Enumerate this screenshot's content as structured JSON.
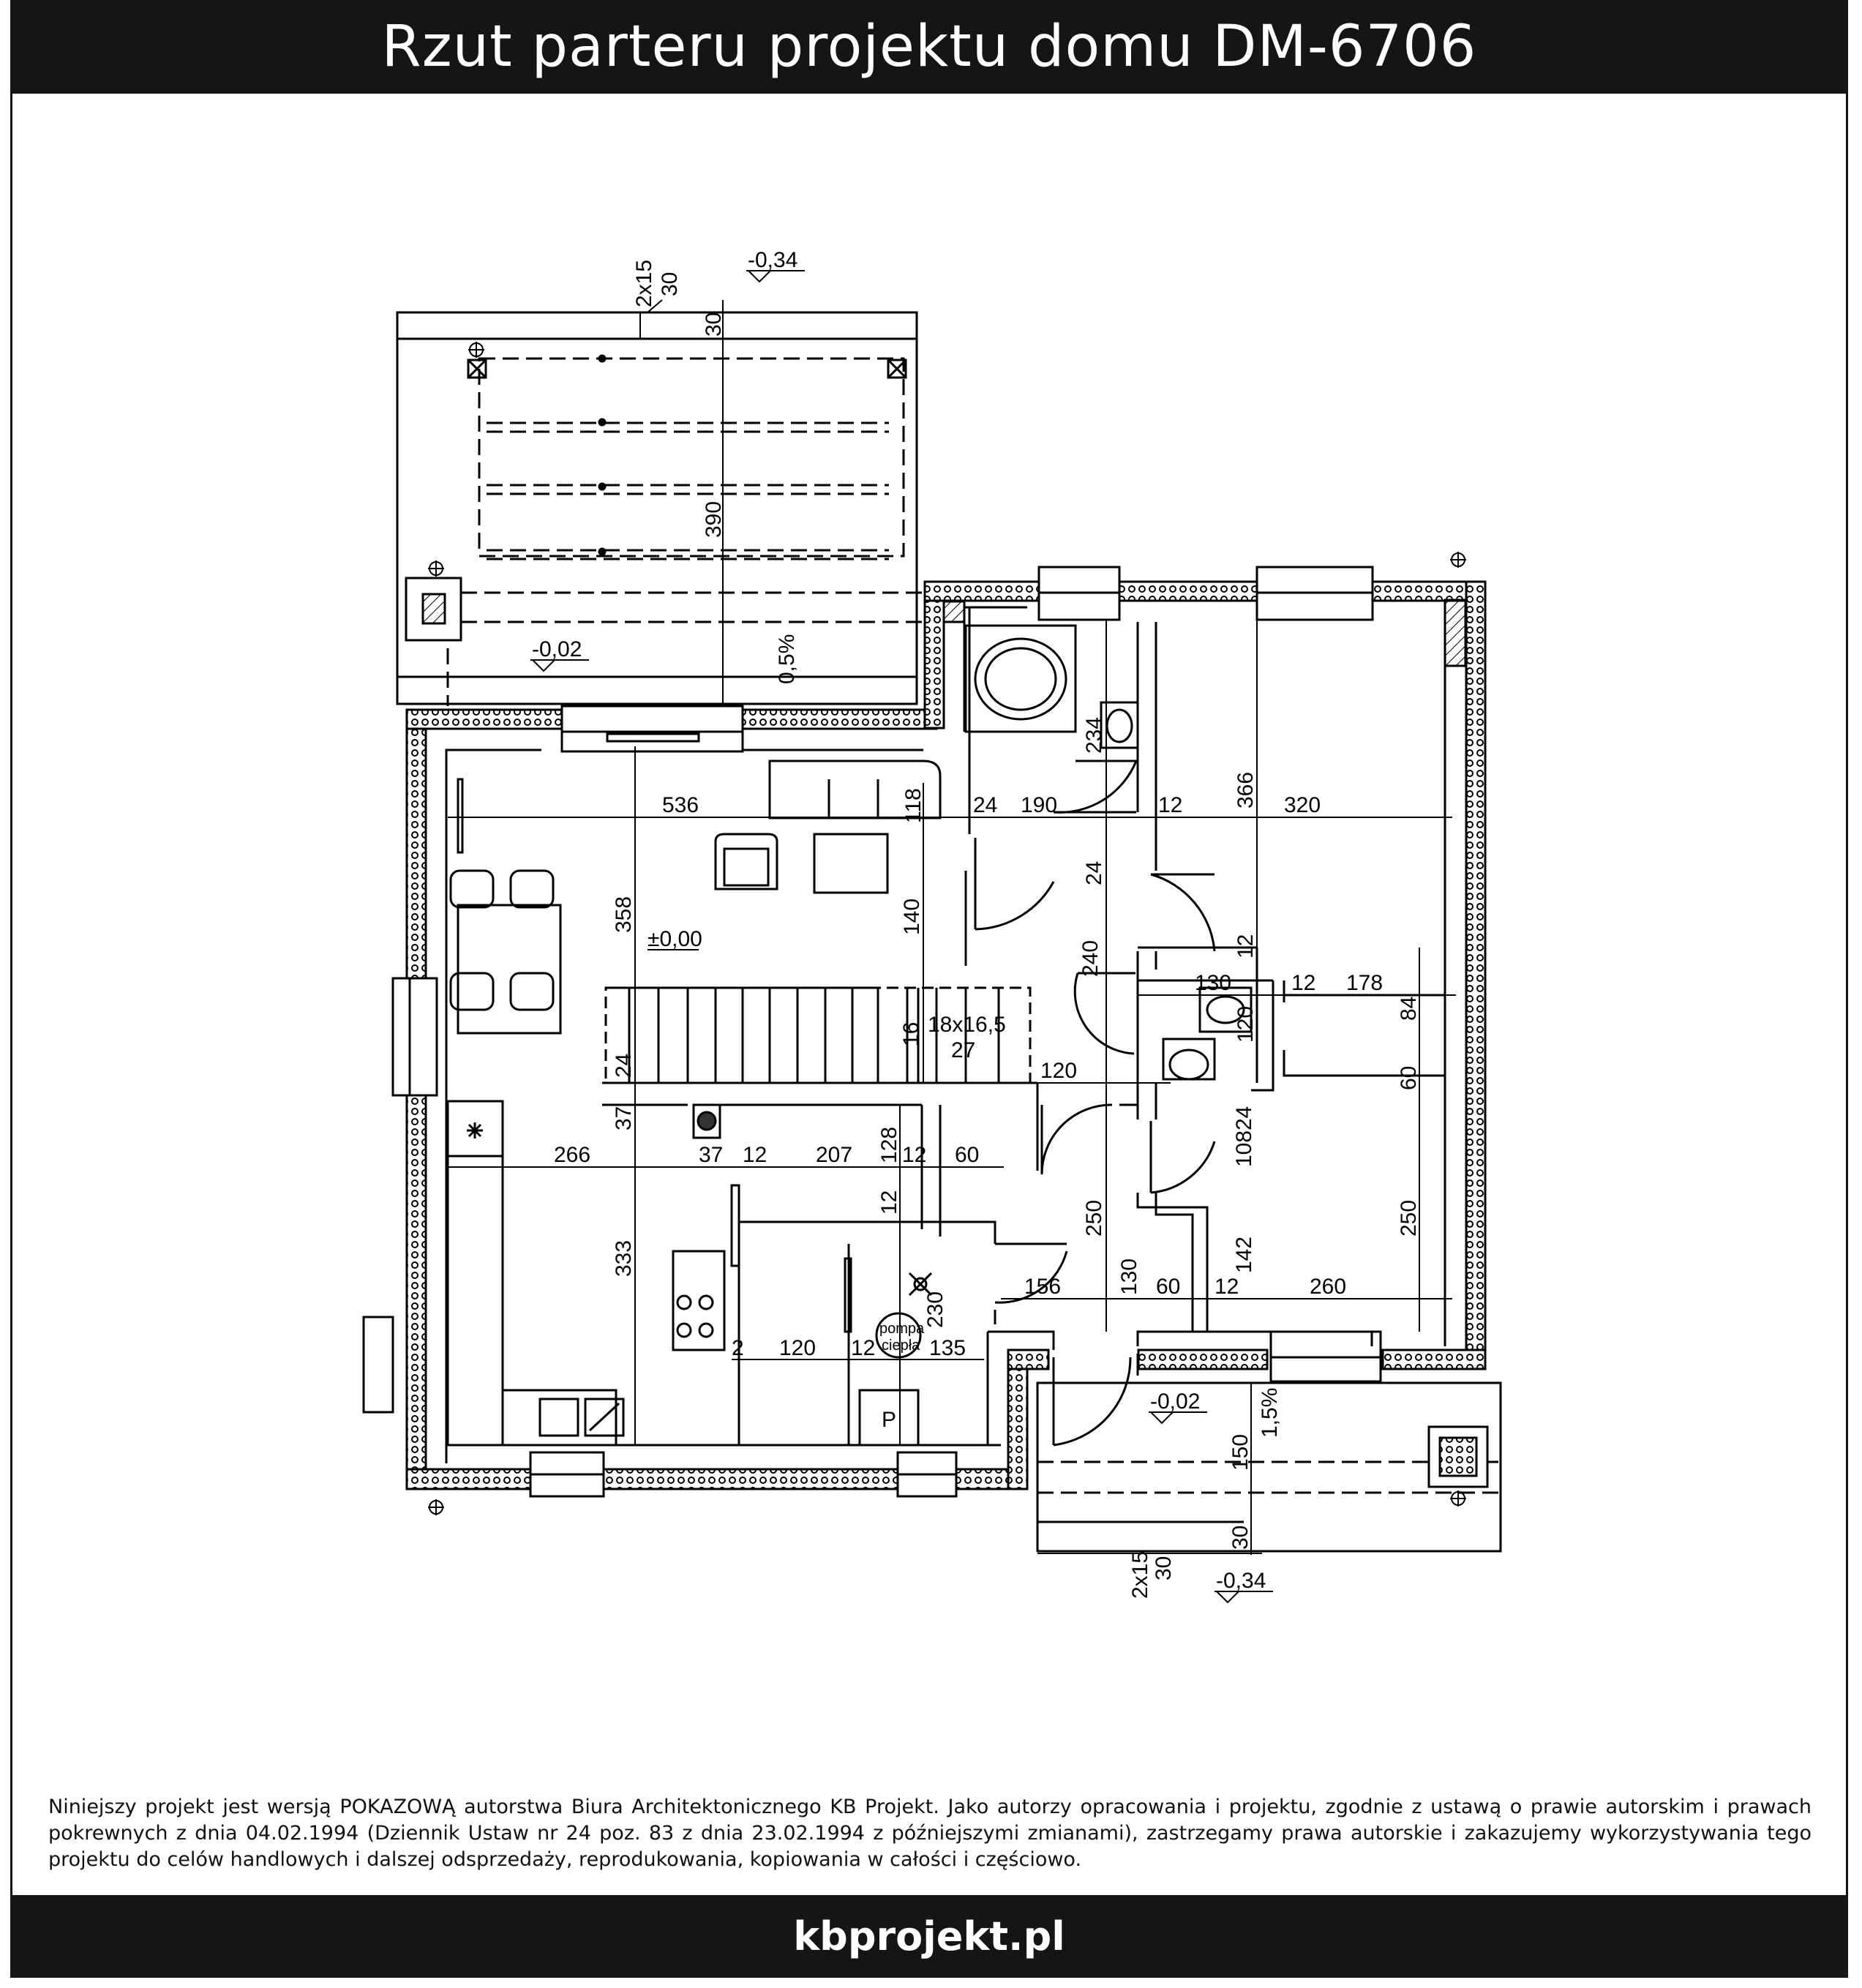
{
  "header": {
    "title": "Rzut parteru projektu domu DM-6706"
  },
  "footer": {
    "disclaimer": "Niniejszy projekt jest wersją POKAZOWĄ autorstwa Biura Architektonicznego KB Projekt. Jako autorzy opracowania i projektu, zgodnie z ustawą o prawie autorskim i prawach pokrewnych z dnia 04.02.1994 (Dziennik Ustaw nr 24 poz. 83 z dnia 23.02.1994 z późniejszymi zmianami), zastrzegamy prawa autorskie i zakazujemy wykorzystywania tego projektu do celów handlowych i dalszej odsprzedaży, reprodukowania, kopiowania w całości i częściowo.",
    "site": "kbprojekt.pl"
  },
  "plan": {
    "levels": {
      "terrace_top": "-0,34",
      "terrace": "-0,02",
      "floor": "±0,00",
      "entrance": "-0,02",
      "entrance_bottom": "-0,34"
    },
    "slopes": {
      "terrace": "0,5%",
      "entrance": "1,5%"
    },
    "steps": {
      "top_count": "2x15",
      "top_depth": "30",
      "bottom_count": "2x15",
      "bottom_depth": "30"
    },
    "stairs": {
      "size": "18x16,5",
      "depth": "27",
      "steps_label": "16"
    },
    "labels": {
      "heat_pump_1": "pompa",
      "heat_pump_2": "ciepła",
      "boiler": "P"
    },
    "dims": {
      "d30_top": "30",
      "d390": "390",
      "d536": "536",
      "d118": "118",
      "d24a": "24",
      "d190": "190",
      "d12a": "12",
      "d366": "366",
      "d320": "320",
      "d234": "234",
      "d24b": "24",
      "d358": "358",
      "d140": "140",
      "d240": "240",
      "d12b": "12",
      "d130a": "130",
      "d12c": "12",
      "d178": "178",
      "d84": "84",
      "d120a": "120",
      "d24c": "24",
      "d120b": "120",
      "d37a": "37",
      "d60a": "60",
      "d24d": "24",
      "d266": "266",
      "d37b": "37",
      "d12d": "12",
      "d207": "207",
      "d12e": "12",
      "d60b": "60",
      "d128": "128",
      "d108": "108",
      "d12f": "12",
      "d250a": "250",
      "d250b": "250",
      "d333": "333",
      "d230": "230",
      "d156": "156",
      "d130b": "130",
      "d60c": "60",
      "d12g": "12",
      "d142": "142",
      "d260": "260",
      "d2": "2",
      "d120c": "120",
      "d12h": "12",
      "d135": "135",
      "d150": "150",
      "d30_bottom": "30"
    }
  }
}
